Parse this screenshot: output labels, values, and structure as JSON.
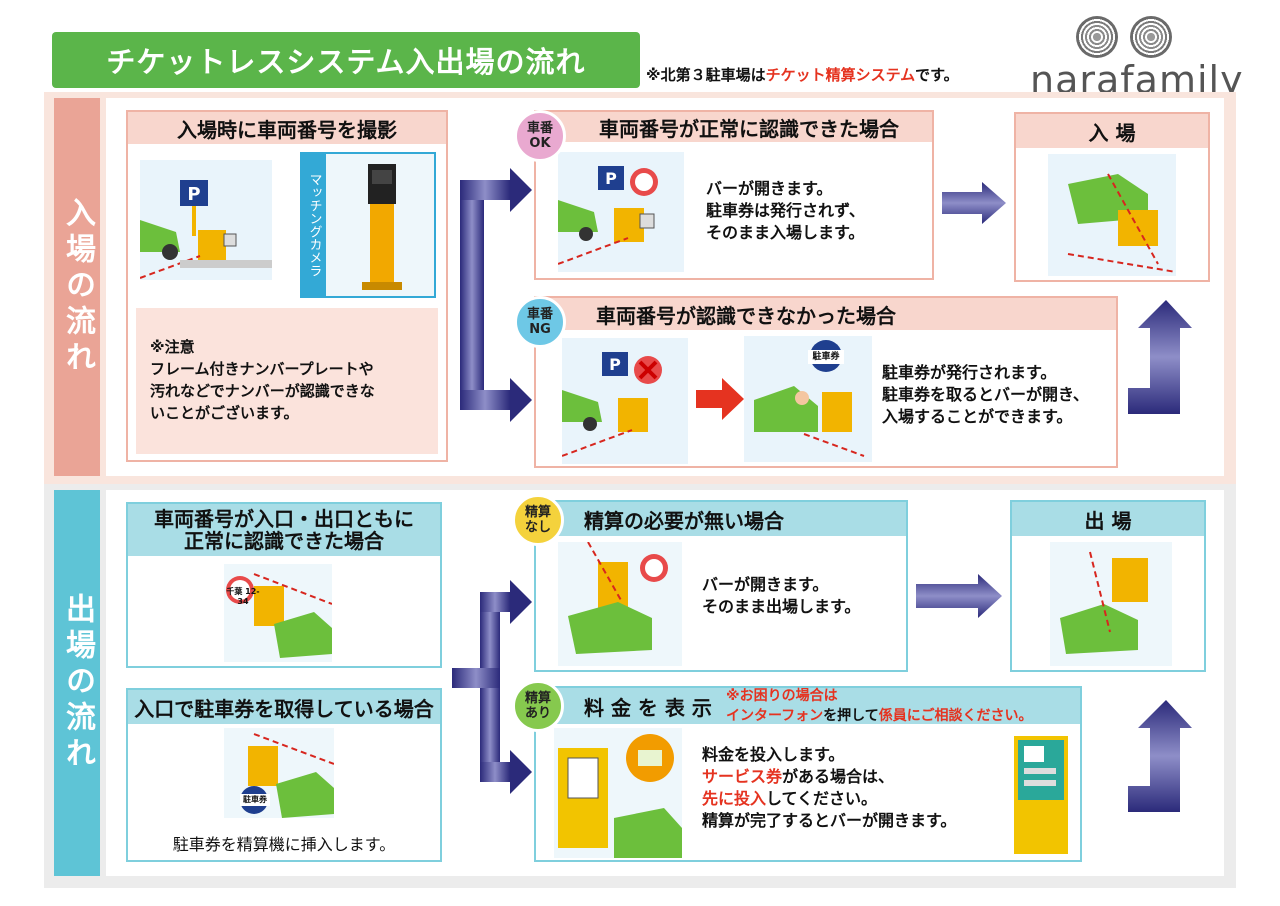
{
  "title": "チケットレスシステム入出場の流れ",
  "top_note": {
    "prefix": "※北第３駐車場は",
    "highlight": "チケット精算システム",
    "suffix": "です。"
  },
  "logo": {
    "text": "narafamily"
  },
  "colors": {
    "green": "#5bb54a",
    "pink": "#eaa496",
    "blue": "#5ec4d6",
    "red": "#e53320",
    "navy": "#2b2a7a"
  },
  "entry": {
    "side_label": "入場の流れ",
    "capture": {
      "header": "入場時に車両番号を撮影",
      "camera_label": "マッチングカメラ",
      "caution_title": "※注意",
      "caution_lines": [
        "フレーム付きナンバープレートや",
        "汚れなどでナンバーが認識できな",
        "いことがございます。"
      ]
    },
    "ok": {
      "badge": [
        "車番",
        "OK"
      ],
      "header": "車両番号が正常に認識できた場合",
      "lines": [
        "バーが開きます。",
        "駐車券は発行されず、",
        "そのまま入場します。"
      ]
    },
    "ng": {
      "badge": [
        "車番",
        "NG"
      ],
      "header": "車両番号が認識できなかった場合",
      "lines": [
        "駐車券が発行されます。",
        "駐車券を取るとバーが開き、",
        "入場することができます。"
      ],
      "ticket_sign": "駐車券"
    },
    "result": {
      "header": "入 場"
    }
  },
  "exit": {
    "side_label": "出場の流れ",
    "recognized": {
      "header_lines": [
        "車両番号が入口・出口ともに",
        "正常に認識できた場合"
      ]
    },
    "ticket": {
      "header": "入口で駐車券を取得している場合",
      "caption": "駐車券を精算機に挿入します。",
      "ticket_sign": "駐車券"
    },
    "no_payment": {
      "badge": [
        "精算",
        "なし"
      ],
      "header": "精算の必要が無い場合",
      "lines": [
        "バーが開きます。",
        "そのまま出場します。"
      ]
    },
    "payment": {
      "badge": [
        "精算",
        "あり"
      ],
      "header": "料 金 を 表 示",
      "notice_line1": "※お困りの場合は",
      "notice_line2_red1": "インターフォン",
      "notice_line2_mid": "を押して",
      "notice_line2_red2": "係員にご相談ください。",
      "line1": "料金を投入します。",
      "line2_red": "サービス券",
      "line2_rest": "がある場合は、",
      "line3_red": "先に投入",
      "line3_rest": "してください。",
      "line4": "精算が完了するとバーが開きます。"
    },
    "result": {
      "header": "出 場"
    }
  },
  "plate_ok": "12-34",
  "plate_ok_region": "千葉"
}
